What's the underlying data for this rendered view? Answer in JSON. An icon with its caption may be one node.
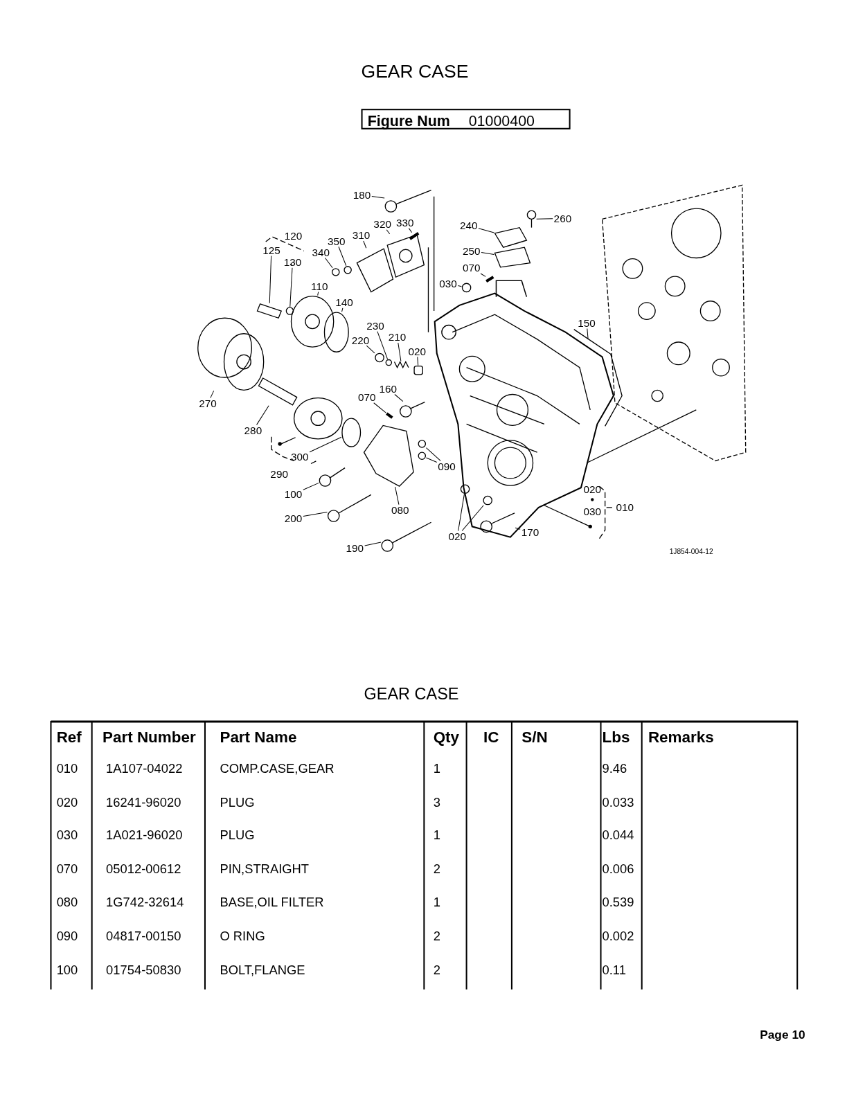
{
  "diagram": {
    "title": "GEAR CASE",
    "nodes": [
      {
        "text": [
          "Figure Num",
          "01000400"
        ]
      },
      {
        "text": [
          "180"
        ]
      },
      {
        "text": [
          "330"
        ]
      },
      {
        "text": [
          "320"
        ]
      },
      {
        "text": [
          "260"
        ]
      },
      {
        "text": [
          "240"
        ]
      },
      {
        "text": [
          "310"
        ]
      },
      {
        "text": [
          "350"
        ]
      },
      {
        "text": [
          "125"
        ]
      },
      {
        "text": [
          "340"
        ]
      },
      {
        "text": [
          "130"
        ]
      },
      {
        "text": [
          "250"
        ]
      },
      {
        "text": [
          "070"
        ]
      },
      {
        "text": [
          "030"
        ]
      },
      {
        "text": [
          "110"
        ]
      },
      {
        "text": [
          "140"
        ]
      },
      {
        "text": [
          "150"
        ]
      },
      {
        "text": [
          "230"
        ]
      },
      {
        "text": [
          "210"
        ]
      },
      {
        "text": [
          "220"
        ]
      },
      {
        "text": [
          "020"
        ]
      },
      {
        "text": [
          "160"
        ]
      },
      {
        "text": [
          "070"
        ]
      },
      {
        "text": [
          "270"
        ]
      },
      {
        "text": [
          "280"
        ]
      },
      {
        "text": [
          "300"
        ]
      },
      {
        "text": [
          "090"
        ]
      },
      {
        "text": [
          "100"
        ]
      },
      {
        "text": [
          "080"
        ]
      },
      {
        "text": [
          "200"
        ]
      },
      {
        "text": [
          "170"
        ]
      },
      {
        "text": [
          "020"
        ]
      },
      {
        "text": [
          "190"
        ]
      },
      {
        "text": [],
        "shape": "picture"
      },
      {
        "text": [],
        "shape": "picture"
      },
      {
        "text": [],
        "shape": "picture"
      },
      {
        "text": [],
        "shape": "picture"
      },
      {
        "text": [],
        "shape": "picture"
      },
      {
        "text": [],
        "shape": "picture"
      },
      {
        "text": [],
        "shape": "circle"
      },
      {
        "text": [],
        "shape": "picture"
      },
      {
        "text": [],
        "shape": "circle"
      },
      {
        "text": [],
        "shape": "circle"
      },
      {
        "text": [],
        "shape": "picture"
      },
      {
        "text": [],
        "shape": "picture"
      },
      {
        "text": [],
        "shape": "circle"
      },
      {
        "text": [],
        "shape": "picture"
      },
      {
        "text": [],
        "shape": "circle"
      },
      {
        "text": [],
        "shape": "picture"
      },
      {
        "text": [],
        "shape": "circle"
      },
      {
        "text": [],
        "shape": "picture"
      },
      {
        "text": [],
        "shape": "circle"
      },
      {
        "text": [],
        "shape": "box"
      },
      {
        "text": [],
        "shape": "picture"
      },
      {
        "text": [],
        "shape": "picture"
      },
      {
        "text": [],
        "shape": "picture"
      },
      {
        "text": [],
        "shape": "picture"
      },
      {
        "text": [],
        "shape": "circle"
      },
      {
        "text": [],
        "shape": "circle"
      },
      {
        "text": [],
        "shape": "circle"
      },
      {
        "text": [],
        "shape": "picture"
      },
      {
        "text": [],
        "shape": "picture"
      },
      {
        "text": [],
        "shape": "picture"
      },
      {
        "text": [],
        "shape": "picture"
      },
      {
        "text": [],
        "shape": "circle"
      },
      {
        "text": [],
        "shape": "circle"
      },
      {
        "text": [],
        "shape": "picture"
      }
    ],
    "edges": [
      {
        "from": 1,
        "to": 33,
        "arrow": "none"
      },
      {
        "from": 2,
        "to": 34,
        "arrow": "none"
      },
      {
        "from": 3,
        "to": 35,
        "arrow": "none"
      },
      {
        "from": 4,
        "to": 36,
        "arrow": "none"
      },
      {
        "from": 5,
        "to": 37,
        "arrow": "none"
      },
      {
        "from": 6,
        "to": 38,
        "arrow": "none"
      },
      {
        "from": 7,
        "to": 39,
        "arrow": "none"
      },
      {
        "from": 8,
        "to": 40,
        "arrow": "none"
      },
      {
        "from": 9,
        "to": 41,
        "arrow": "none"
      },
      {
        "from": 10,
        "to": 42,
        "arrow": "none"
      },
      {
        "from": 11,
        "to": 43,
        "arrow": "none"
      },
      {
        "from": 12,
        "to": 44,
        "arrow": "none"
      },
      {
        "from": 13,
        "to": 45,
        "arrow": "none"
      },
      {
        "from": 14,
        "to": 46,
        "arrow": "none"
      },
      {
        "from": 15,
        "to": 47,
        "arrow": "none"
      },
      {
        "from": 16,
        "to": 48,
        "arrow": "none"
      },
      {
        "from": 17,
        "to": 49,
        "arrow": "none"
      },
      {
        "from": 18,
        "to": 50,
        "arrow": "none"
      },
      {
        "from": 19,
        "to": 51,
        "arrow": "none"
      },
      {
        "from": 20,
        "to": 52,
        "arrow": "none"
      },
      {
        "from": 21,
        "to": 53,
        "arrow": "none"
      },
      {
        "from": 22,
        "to": 54,
        "arrow": "none"
      },
      {
        "from": 23,
        "to": 55,
        "arrow": "none"
      },
      {
        "from": 24,
        "to": 56,
        "arrow": "none"
      },
      {
        "from": 25,
        "to": 57,
        "arrow": "none"
      },
      {
        "from": 26,
        "to": 58,
        "arrow": "none"
      },
      {
        "from": 26,
        "to": 59,
        "arrow": "none"
      },
      {
        "from": 27,
        "to": 60,
        "arrow": "none"
      },
      {
        "from": 28,
        "to": 61,
        "arrow": "none"
      },
      {
        "from": 29,
        "to": 62,
        "arrow": "none"
      },
      {
        "from": 30,
        "to": 63,
        "arrow": "none"
      },
      {
        "from": 31,
        "to": 64,
        "arrow": "none"
      },
      {
        "from": 31,
        "to": 65,
        "arrow": "none"
      },
      {
        "from": 32,
        "to": 66,
        "arrow": "none"
      }
    ],
    "labels": [
      "120",
      "290",
      "020",
      "030",
      "010",
      "1J854-004-12",
      "GEAR CASE",
      "Ref",
      "Part Number",
      "Part Name",
      "Qty",
      "IC",
      "S/N",
      "Lbs",
      "Remarks",
      "010",
      "1A107-04022",
      "COMP.CASE,GEAR",
      "1",
      "9.46",
      "020",
      "16241-96020",
      "PLUG",
      "3",
      "0.033",
      "030",
      "1A021-96020",
      "PLUG",
      "1",
      "0.044",
      "070",
      "05012-00612",
      "PIN,STRAIGHT",
      "2",
      "0.006",
      "080",
      "1G742-32614",
      "BASE,OIL FILTER",
      "1",
      "0.539",
      "090",
      "04817-00150",
      "O RING",
      "2",
      "0.002",
      "100",
      "01754-50830",
      "BOLT,FLANGE",
      "2",
      "0.11",
      "Page 10"
    ]
  }
}
